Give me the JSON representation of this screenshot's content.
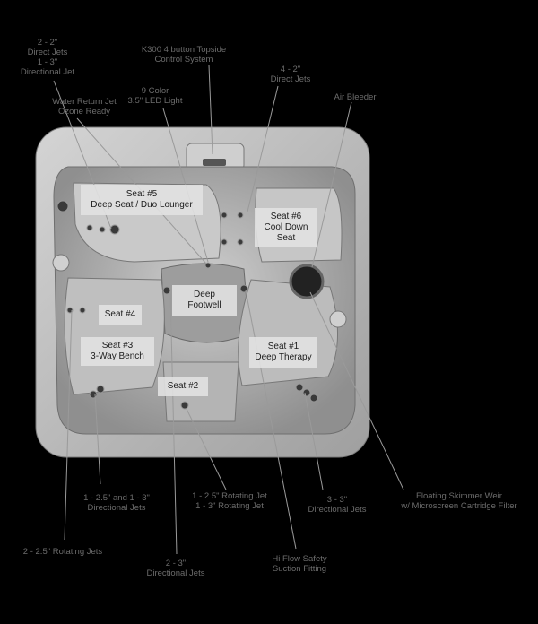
{
  "callouts": {
    "direct_jets_2": "2 - 2\"\nDirect Jets\n1 - 3\"\nDirectional Jet",
    "control_system": "K300 4 button Topside\nControl System",
    "direct_jets_4": "4 - 2\"\nDirect Jets",
    "water_return": "Water Return Jet\nOzone Ready",
    "led_light": "9 Color\n3.5\" LED Light",
    "air_bleeder": "Air Bleeder",
    "skimmer": "Floating Skimmer Weir\nw/ Microscreen Cartridge Filter",
    "directional_jets_1": "1 - 2.5\" and 1 - 3\"\nDirectional Jets",
    "rotating_jet": "1 - 2.5\" Rotating Jet\n1 - 3\" Rotating Jet",
    "directional_jets_3": "3 - 3\"\nDirectional Jets",
    "rotating_jets_2": "2 - 2.5\" Rotating Jets",
    "directional_jets_2": "2 - 3\"\nDirectional Jets",
    "suction": "Hi Flow Safety\nSuction Fitting"
  },
  "seats": {
    "seat5": "Seat #5\nDeep Seat / Duo Lounger",
    "seat6": "Seat #6\nCool Down\nSeat",
    "footwell": "Deep\nFootwell",
    "seat4": "Seat #4",
    "seat3": "Seat #3\n3-Way Bench",
    "seat1": "Seat #1\nDeep Therapy",
    "seat2": "Seat #2"
  },
  "colors": {
    "background": "#000000",
    "shell": "#9a9a9a",
    "basin": "#b7b7b7",
    "callout_text": "#6c6c6c"
  }
}
